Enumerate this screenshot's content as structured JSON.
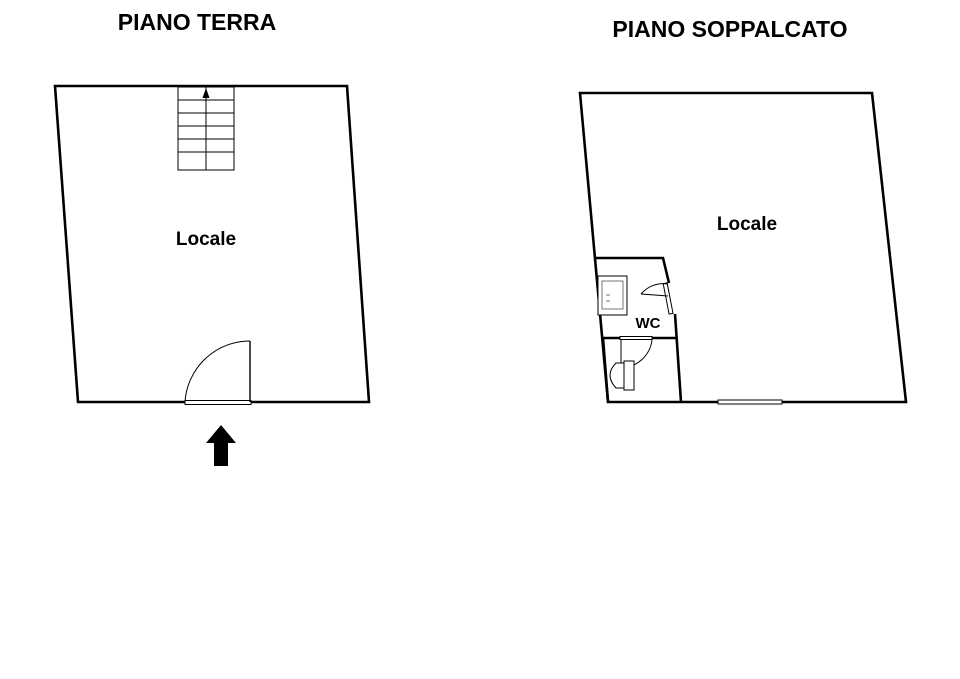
{
  "floors": [
    {
      "title": "PIANO TERRA",
      "rooms": [
        {
          "label": "Locale"
        }
      ]
    },
    {
      "title": "PIANO SOPPALCATO",
      "rooms": [
        {
          "label": "Locale"
        },
        {
          "label": "WC"
        }
      ]
    }
  ]
}
